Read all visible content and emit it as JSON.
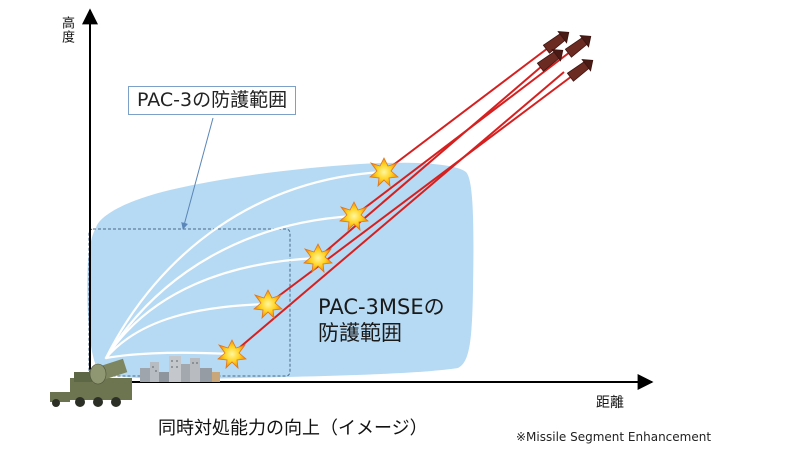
{
  "axes": {
    "y_label": "高度",
    "x_label": "距離"
  },
  "labels": {
    "pac3_area": "PAC-3の防護範囲",
    "pac3mse_area_line1": "PAC-3MSEの",
    "pac3mse_area_line2": "防護範囲",
    "caption": "同時対処能力の向上（イメージ）",
    "footnote": "※Missile Segment Enhancement"
  },
  "colors": {
    "mse_area_fill": "#a9d4f1",
    "pac3_area_border": "#4a6a8a",
    "missile_trail": "#d62020",
    "interceptor_trail": "#ffffff",
    "explosion_outer": "#f6a316",
    "explosion_inner": "#ffe33a",
    "missile_body": "#6b2a22",
    "axis": "#000000"
  },
  "icons": {
    "launcher": "patriot-launcher-icon",
    "city": "city-buildings-icon",
    "missile": "ballistic-missile-icon",
    "explosion": "explosion-icon"
  },
  "intercepts": [
    {
      "name": "intercept-1"
    },
    {
      "name": "intercept-2"
    },
    {
      "name": "intercept-3"
    },
    {
      "name": "intercept-4"
    },
    {
      "name": "intercept-5"
    }
  ]
}
